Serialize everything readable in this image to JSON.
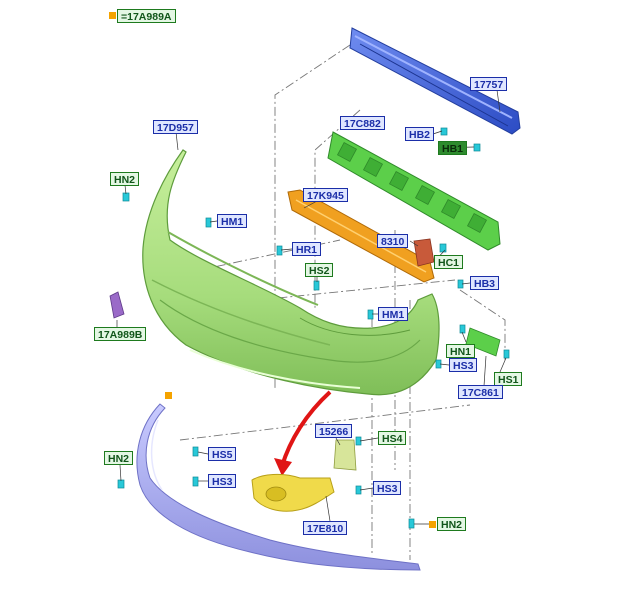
{
  "diagram": {
    "top_label": {
      "text": "=17A989A",
      "marker_color": "#f5a300"
    },
    "part_labels": [
      {
        "id": "17757",
        "text": "17757"
      },
      {
        "id": "17D957",
        "text": "17D957"
      },
      {
        "id": "17C882",
        "text": "17C882"
      },
      {
        "id": "HB2",
        "text": "HB2"
      },
      {
        "id": "HB1",
        "text": "HB1"
      },
      {
        "id": "HN2a",
        "text": "HN2"
      },
      {
        "id": "17K945",
        "text": "17K945"
      },
      {
        "id": "HM1a",
        "text": "HM1"
      },
      {
        "id": "HR1",
        "text": "HR1"
      },
      {
        "id": "8310",
        "text": "8310"
      },
      {
        "id": "HC1",
        "text": "HC1"
      },
      {
        "id": "HS2",
        "text": "HS2"
      },
      {
        "id": "HB3",
        "text": "HB3"
      },
      {
        "id": "17A989B",
        "text": "17A989B"
      },
      {
        "id": "HM1b",
        "text": "HM1"
      },
      {
        "id": "HN1",
        "text": "HN1"
      },
      {
        "id": "HS3a",
        "text": "HS3"
      },
      {
        "id": "HS1",
        "text": "HS1"
      },
      {
        "id": "17C861",
        "text": "17C861"
      },
      {
        "id": "15266",
        "text": "15266"
      },
      {
        "id": "HS4",
        "text": "HS4"
      },
      {
        "id": "HN2b",
        "text": "HN2"
      },
      {
        "id": "HS5",
        "text": "HS5"
      },
      {
        "id": "HS3b",
        "text": "HS3"
      },
      {
        "id": "HS3c",
        "text": "HS3"
      },
      {
        "id": "17E810",
        "text": "17E810"
      },
      {
        "id": "HN2c",
        "text": "HN2"
      }
    ],
    "colors": {
      "reinforcement_bar": "#3f63d6",
      "bumper_cover": "#a6dc7c",
      "absorber": "#5ccf4a",
      "lower_absorber": "#f0a020",
      "bracket": "#c85a3a",
      "lower_lip": "#a9acee",
      "fog_lamp_bezel": "#f0da4a",
      "fastener": "#28c8d8",
      "arrow": "#e01515",
      "marker": "#f5a300"
    }
  }
}
